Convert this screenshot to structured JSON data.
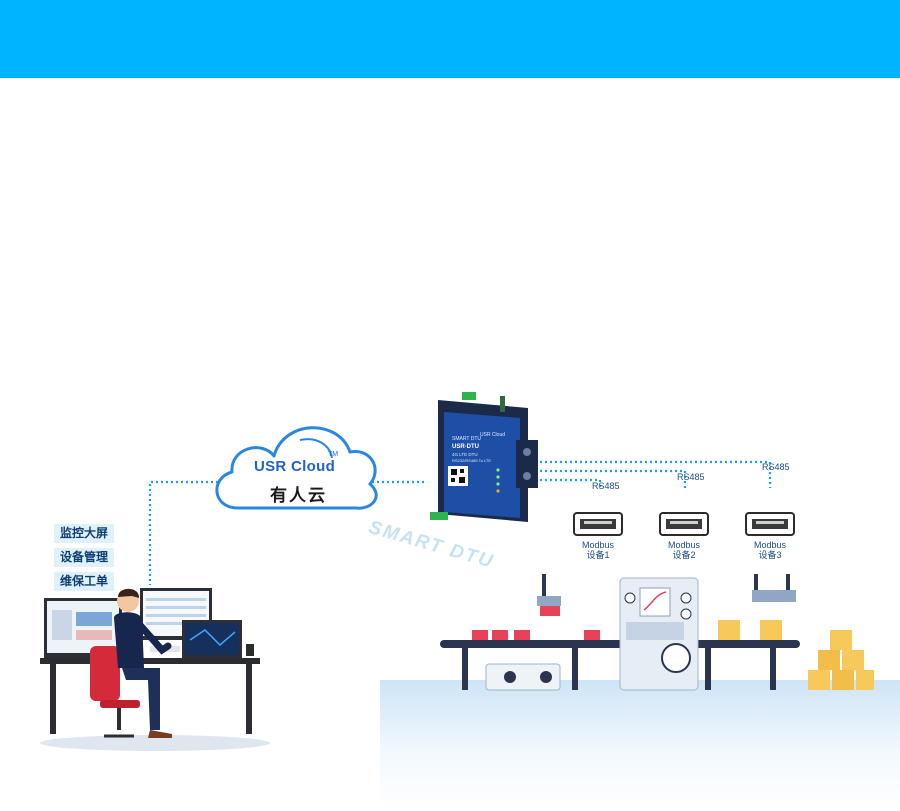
{
  "colors": {
    "banner": "#00b4ff",
    "accent_blue": "#1f63c9",
    "tag_bg": "#dff1fd",
    "dotted_line": "#1aa0e8",
    "conveyor_item": "#e8415a",
    "box": "#f7c85a"
  },
  "cloud": {
    "logo": "USR Cloud",
    "trademark": "TM",
    "name_cn": "有人云"
  },
  "functions": [
    "监控大屏",
    "设备管理",
    "维保工单"
  ],
  "dtu": {
    "brand": "SMART DTU",
    "model": "USR-DTU",
    "sub1": "4G LTE DTU",
    "sub2": "RS232/RS485 To LTE",
    "logo": "USR Cloud",
    "floor_text": "SMART DTU"
  },
  "links": [
    {
      "protocol": "RS485",
      "device_protocol": "Modbus",
      "device_name": "设备1"
    },
    {
      "protocol": "RS485",
      "device_protocol": "Modbus",
      "device_name": "设备2"
    },
    {
      "protocol": "RS485",
      "device_protocol": "Modbus",
      "device_name": "设备3"
    }
  ]
}
